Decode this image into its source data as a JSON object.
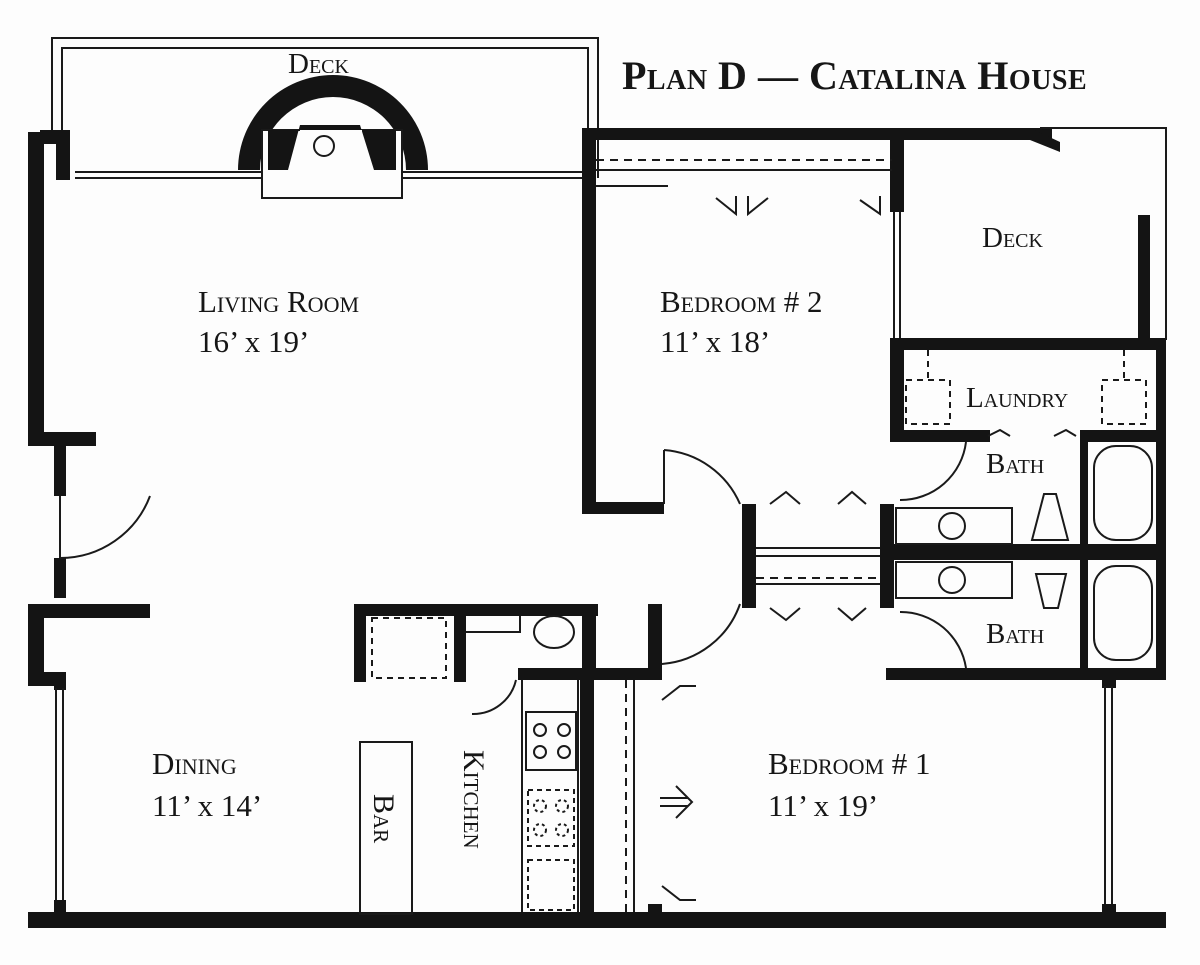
{
  "title": "Plan D — Catalina House",
  "rooms": {
    "deck_top": {
      "name": "Deck"
    },
    "deck_right": {
      "name": "Deck"
    },
    "living": {
      "name": "Living Room",
      "size": "16’ x 19’"
    },
    "bedroom2": {
      "name": "Bedroom # 2",
      "size": "11’ x 18’"
    },
    "laundry": {
      "name": "Laundry"
    },
    "bath_upper": {
      "name": "Bath"
    },
    "bath_lower": {
      "name": "Bath"
    },
    "dining": {
      "name": "Dining",
      "size": "11’ x 14’"
    },
    "bar": {
      "name": "Bar"
    },
    "kitchen": {
      "name": "Kitchen"
    },
    "bedroom1": {
      "name": "Bedroom # 1",
      "size": "11’ x 19’"
    }
  },
  "colors": {
    "wall": "#141414",
    "line": "#1a1a1a",
    "paper": "#fdfdfd"
  }
}
